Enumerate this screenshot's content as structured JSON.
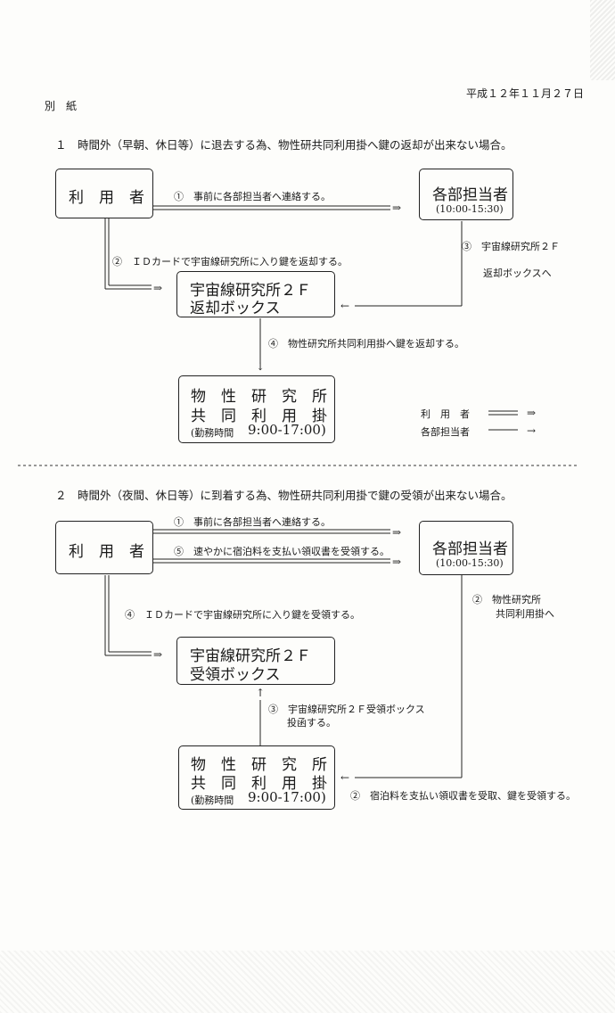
{
  "header": {
    "date": "平成１２年１１月２７日",
    "attachment": "別　紙"
  },
  "section1": {
    "heading": "１　時間外（早朝、休日等）に退去する為、物性研共同利用掛へ鍵の返却が出来ない場合。",
    "user_box": "利　用　者",
    "staff_box": {
      "title": "各部担当者",
      "hours": "(10:00-15:30)"
    },
    "cosmic_box": {
      "line1": "宇宙線研究所２Ｆ",
      "line2": "返却ボックス"
    },
    "issp_box": {
      "line1": "物　性　研　究　所",
      "line2": "共　同　利　用　掛",
      "hours_label": "(勤務時間",
      "hours": "9:00-17:00)"
    },
    "step1": "①　事前に各部担当者へ連絡する。",
    "step2": "②　ＩＤカードで宇宙線研究所に入り鍵を返却する。",
    "step3_line1": "③　宇宙線研究所２Ｆ",
    "step3_line2": "返却ボックスへ",
    "step4": "④　物性研究所共同利用掛へ鍵を返却する。",
    "legend": {
      "user": "利　用　者",
      "staff": "各部担当者"
    }
  },
  "section2": {
    "heading": "２　時間外（夜間、休日等）に到着する為、物性研共同利用掛で鍵の受領が出来ない場合。",
    "user_box": "利　用　者",
    "staff_box": {
      "title": "各部担当者",
      "hours": "(10:00-15:30)"
    },
    "cosmic_box": {
      "line1": "宇宙線研究所２Ｆ",
      "line2": "受領ボックス"
    },
    "issp_box": {
      "line1": "物　性　研　究　所",
      "line2": "共　同　利　用　掛",
      "hours_label": "(勤務時間",
      "hours": "9:00-17:00)"
    },
    "step1": "①　事前に各部担当者へ連絡する。",
    "step5": "⑤　速やかに宿泊料を支払い領収書を受領する。",
    "step4": "④　ＩＤカードで宇宙線研究所に入り鍵を受領する。",
    "step2_line1": "②　物性研究所",
    "step2_line2": "共同利用掛へ",
    "step3_line1": "③　宇宙線研究所２Ｆ受領ボックス",
    "step3_line2": "投函する。",
    "step2b": "②　宿泊料を支払い領収書を受取、鍵を受領する。"
  }
}
